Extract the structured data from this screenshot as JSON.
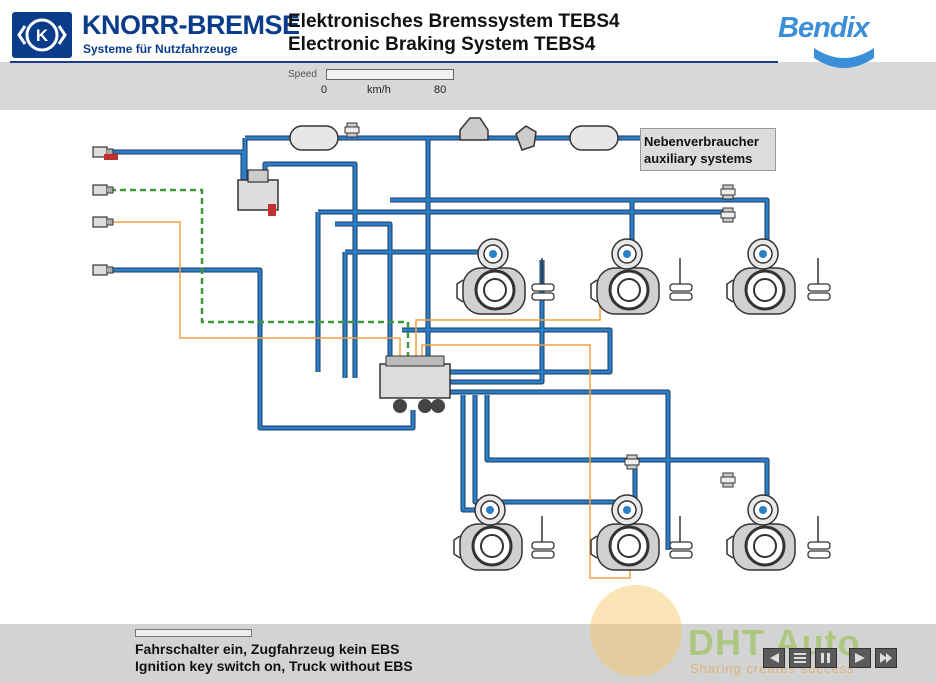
{
  "header": {
    "brand_name": "KNORR-BREMSE",
    "brand_sub": "Systeme für Nutzfahrzeuge",
    "title_de": "Elektronisches Bremssystem TEBS4",
    "title_en": "Electronic Braking System TEBS4",
    "partner": "Bendix",
    "logo_letter": "K"
  },
  "speed": {
    "label": "Speed",
    "min": "0",
    "unit": "km/h",
    "max": "80",
    "value_fraction": 0.0
  },
  "aux_box": {
    "line_de": "Nebenverbraucher",
    "line_en": "auxiliary systems"
  },
  "footer": {
    "status_de": "Fahrschalter ein, Zugfahrzeug kein EBS",
    "status_en": "Ignition key switch on, Truck without EBS"
  },
  "watermark": {
    "text": "DHT Auto",
    "sub": "Sharing creates success"
  },
  "icons": {
    "nav": [
      "prev-icon",
      "menu-icon",
      "pause-icon",
      "play-icon",
      "next-icon"
    ]
  },
  "colors": {
    "pneumatic_line": "#2a7fc8",
    "line_outline": "#1a3a5c",
    "electric_line": "#f0a040",
    "dashed_line": "#3a9a3a",
    "brand_blue": "#0a3c8c",
    "bendix_blue": "#3a8fd8"
  }
}
